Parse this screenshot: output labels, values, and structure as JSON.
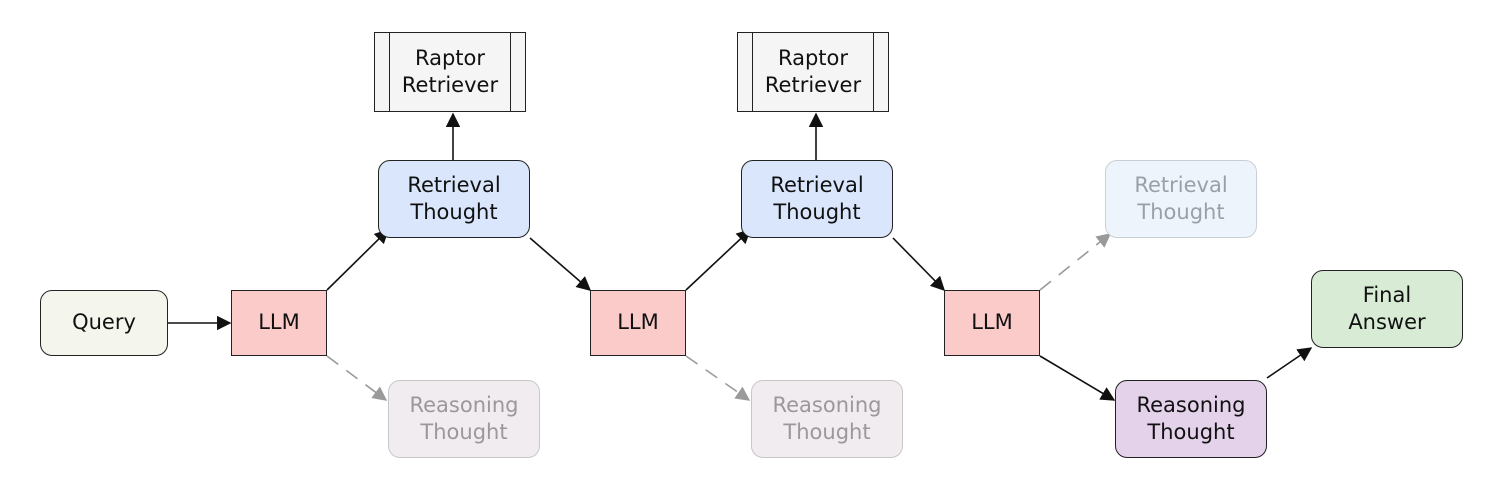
{
  "nodes": {
    "query": "Query",
    "llm": "LLM",
    "retrieval_thought": "Retrieval\nThought",
    "reasoning_thought": "Reasoning\nThought",
    "raptor_retriever": "Raptor\nRetriever",
    "final_answer": "Final\nAnswer"
  },
  "colors": {
    "query": "#f4f5ec",
    "llm": "#fbcbc9",
    "retrieval": "#d9e6fb",
    "reasoning": "#e3d2ea",
    "final": "#d7ebd5",
    "faded_edge": "#9a9a9a",
    "edge": "#111111"
  }
}
